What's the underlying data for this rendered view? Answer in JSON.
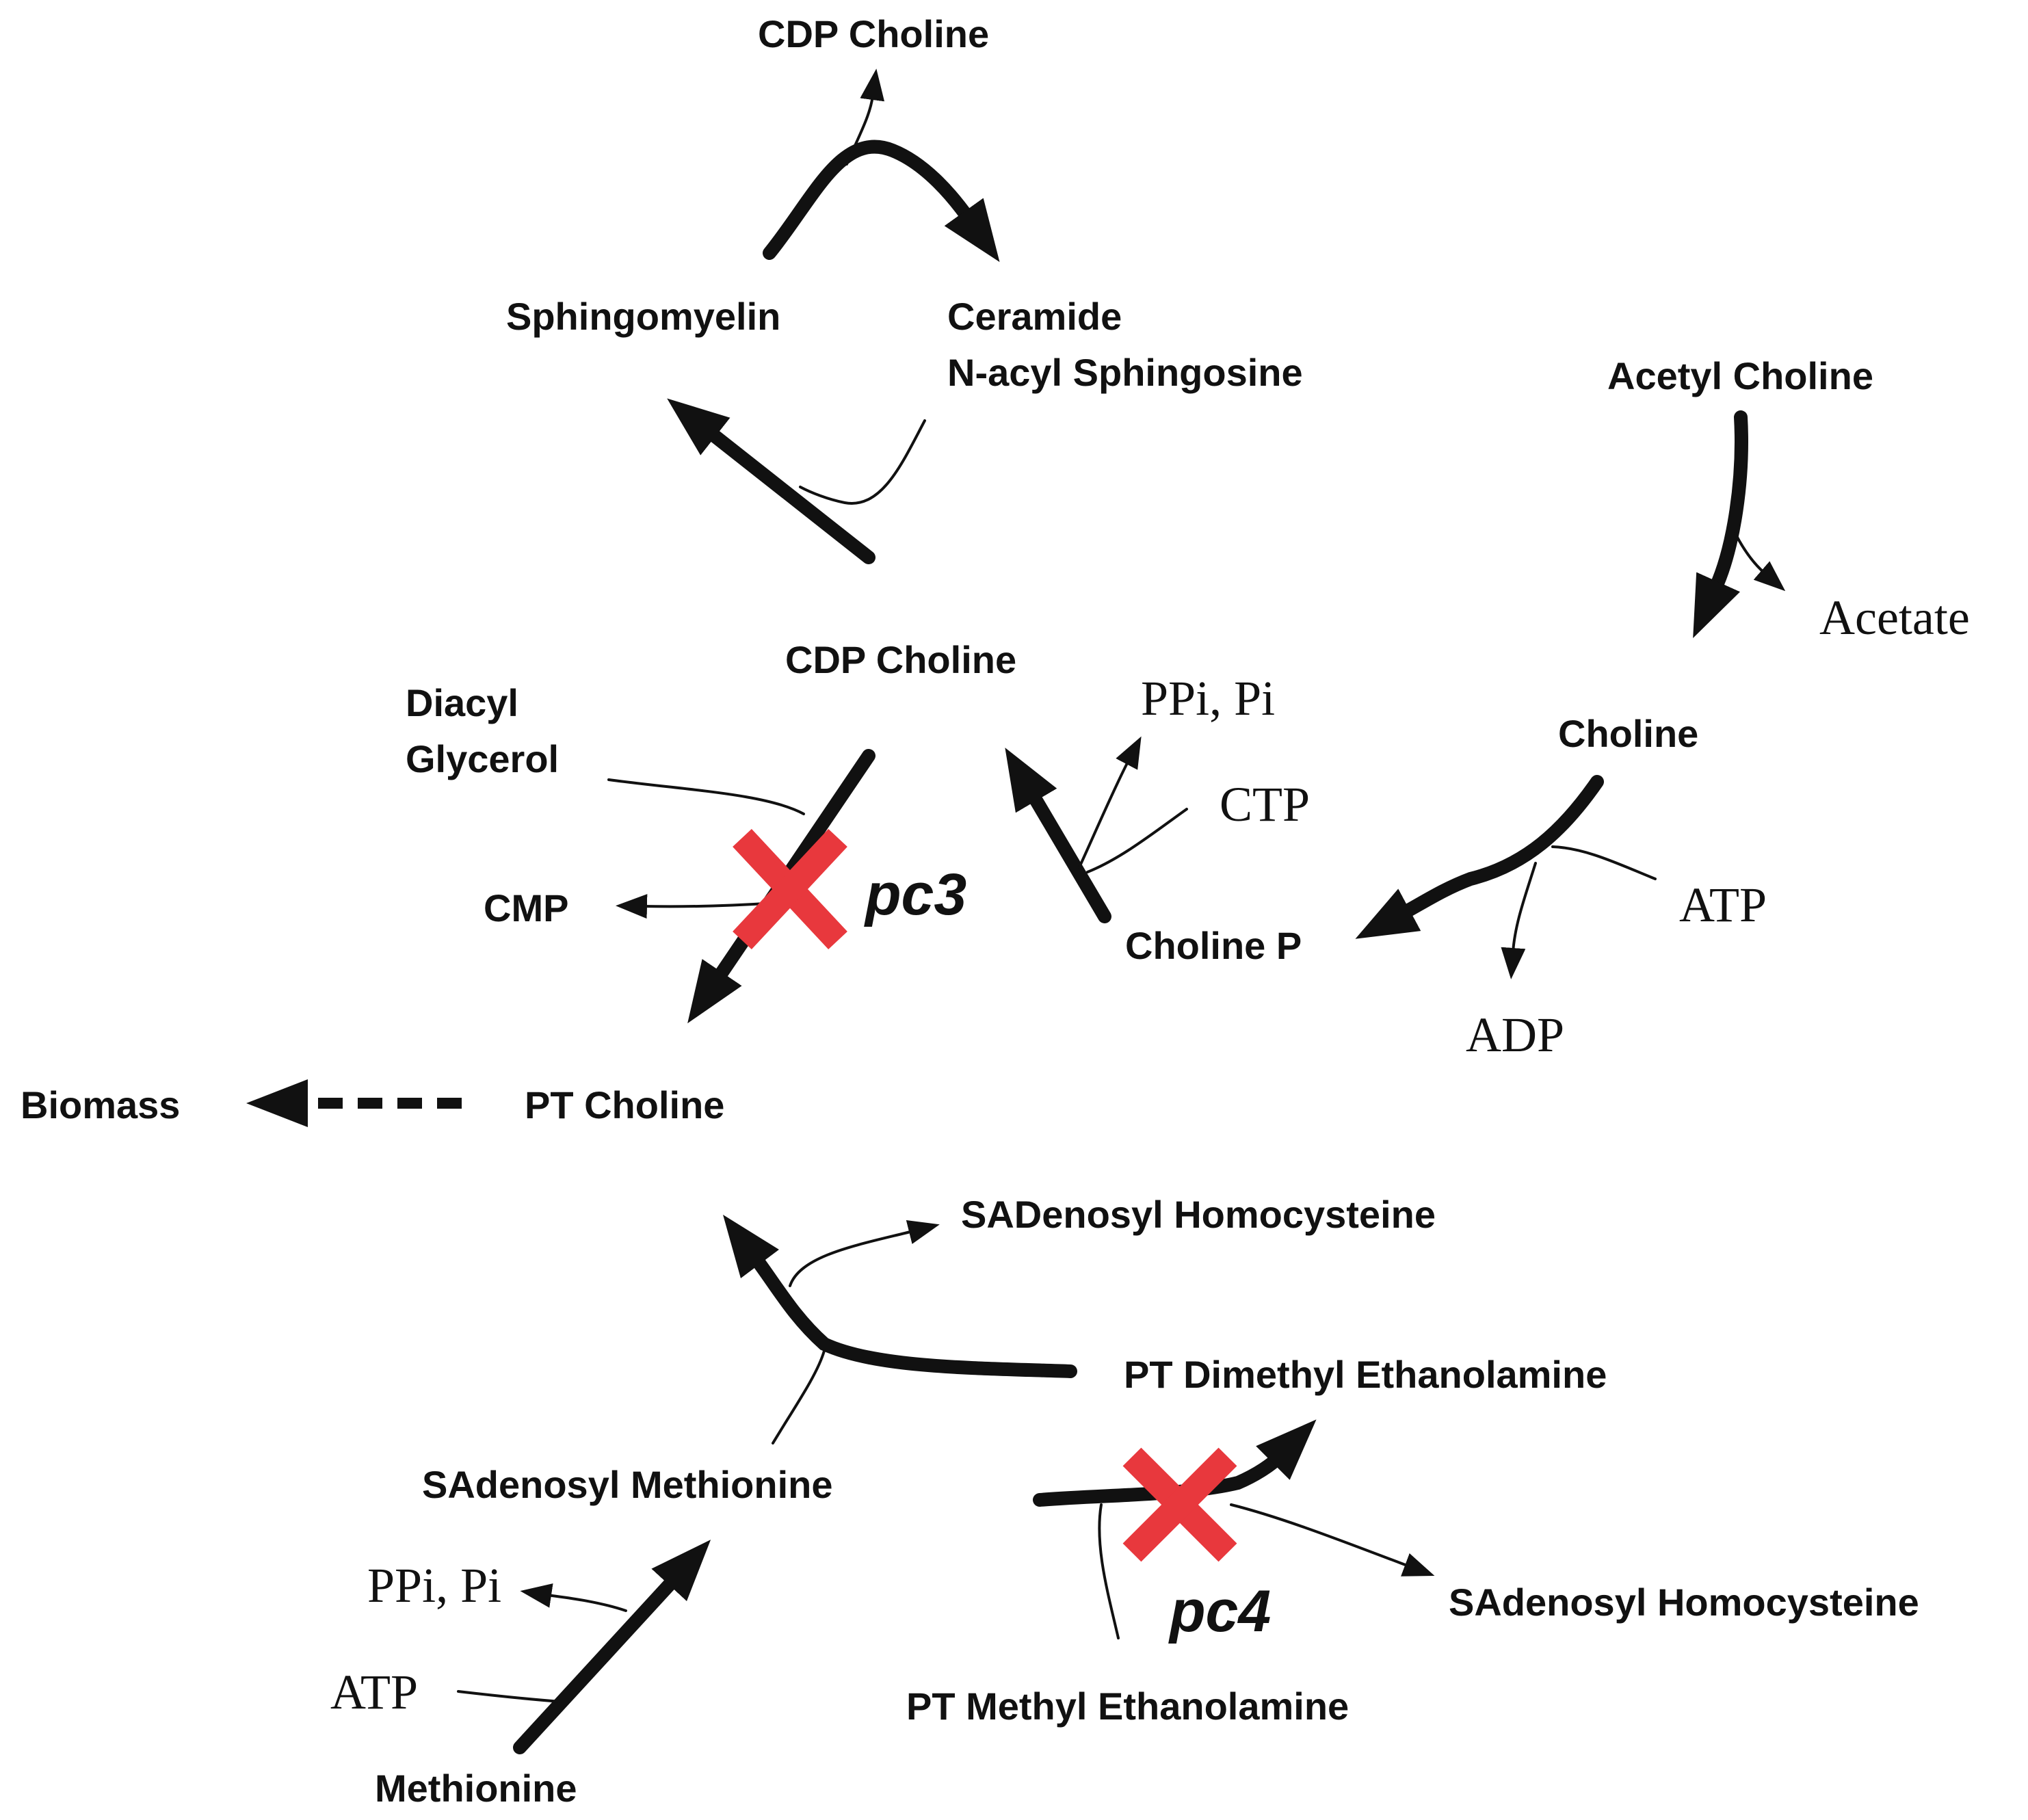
{
  "metabolites": {
    "cdp_choline_top": "CDP Choline",
    "sphingomyelin": "Sphingomyelin",
    "ceramide_line1": "Ceramide",
    "ceramide_line2": "N-acyl Sphingosine",
    "acetyl_choline": "Acetyl Choline",
    "acetate": "Acetate",
    "cdp_choline_mid": "CDP Choline",
    "diacyl_line1": "Diacyl",
    "diacyl_line2": "Glycerol",
    "ppi_pi_top": "PPi, Pi",
    "ctp": "CTP",
    "choline": "Choline",
    "cmp": "CMP",
    "choline_p": "Choline P",
    "atp_right": "ATP",
    "adp": "ADP",
    "biomass": "Biomass",
    "pt_choline": "PT Choline",
    "sadenosyl_homocysteine_top": "SADenosyl Homocysteine",
    "pt_dimethyl_ethanolamine": "PT Dimethyl Ethanolamine",
    "sadenosyl_methionine": "SAdenosyl Methionine",
    "ppi_pi_bottom": "PPi, Pi",
    "sadenosyl_homocysteine_bottom": "SAdenosyl Homocysteine",
    "atp_bottom": "ATP",
    "pt_methyl_ethanolamine": "PT Methyl Ethanolamine",
    "methionine": "Methionine"
  },
  "knockouts": {
    "pc3": "pc3",
    "pc4": "pc4"
  },
  "colors": {
    "ink": "#111111",
    "knockout": "#e8383d",
    "background": "#ffffff"
  }
}
